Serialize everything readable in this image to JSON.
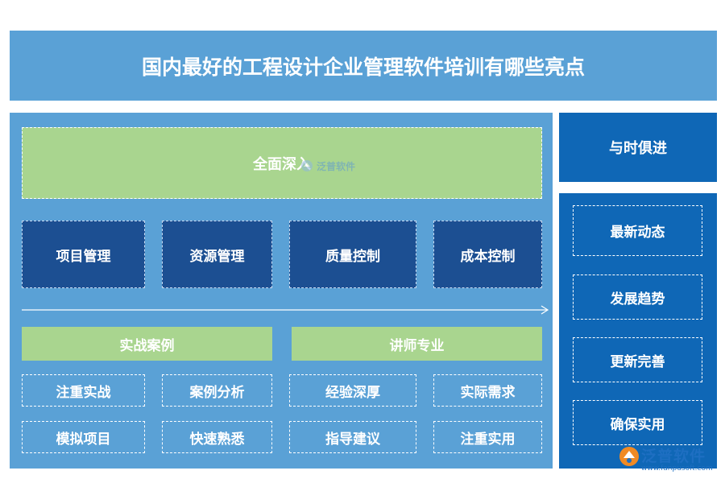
{
  "title": "国内最好的工程设计企业管理软件培训有哪些亮点",
  "main": {
    "top_label": "全面深入",
    "modules": [
      "项目管理",
      "资源管理",
      "质量控制",
      "成本控制"
    ],
    "left_header": "实战案例",
    "right_header": "讲师专业",
    "left_items": [
      "注重实战",
      "案例分析",
      "模拟项目",
      "快速熟悉"
    ],
    "right_items": [
      "经验深厚",
      "实际需求",
      "指导建议",
      "注重实用"
    ]
  },
  "side": {
    "header": "与时俱进",
    "items": [
      "最新动态",
      "发展趋势",
      "更新完善",
      "确保实用"
    ]
  },
  "watermark": {
    "center_text": "泛普软件",
    "footer_brand": "泛普软件",
    "footer_url": "www.fanpusoft.com"
  },
  "colors": {
    "panel_blue": "#5aa1d6",
    "dark_blue": "#1c4f92",
    "green": "#a9d58f",
    "side_blue": "#0f67b6"
  }
}
